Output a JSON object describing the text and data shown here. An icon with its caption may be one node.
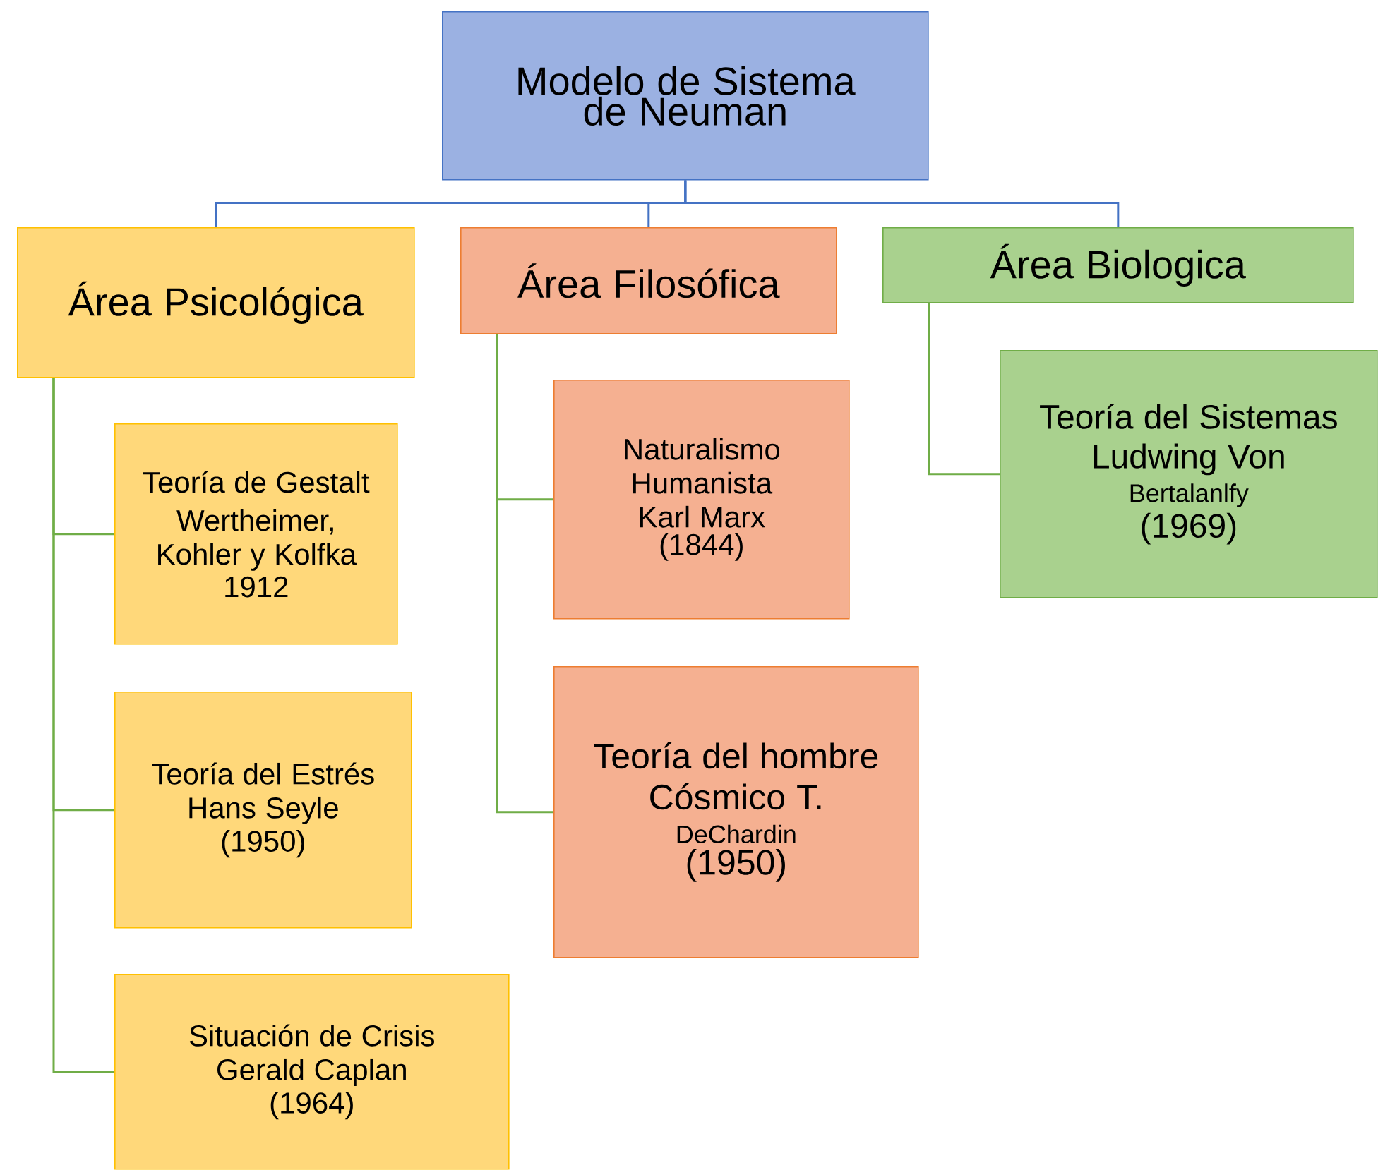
{
  "diagram": {
    "nodes": [
      {
        "text": [
          "Modelo de Sistema de Neuman"
        ]
      },
      {
        "text": [
          "Área Psicológica"
        ]
      },
      {
        "text": [
          "Área Filosófica"
        ]
      },
      {
        "text": [
          "Área Biologica"
        ]
      },
      {
        "text": [
          "Teoría de Gestalt",
          "Wertheimer, Kohler y Kolfka",
          "1912"
        ]
      },
      {
        "text": [
          "Teoría del Estrés Hans Seyle",
          "(1950)"
        ]
      },
      {
        "text": [
          "Situación de Crisis Gerald Caplan",
          "(1964)"
        ]
      },
      {
        "text": [
          "Naturalismo Humanista Karl Marx",
          "(1844)"
        ]
      },
      {
        "text": [
          "Teoría del hombre Cósmico T.",
          "DeChardin",
          "(1950)"
        ]
      },
      {
        "text": [
          "Teoría del Sistemas Ludwing Von",
          "Bertalanlfy",
          "(1969)"
        ]
      }
    ],
    "edges": [
      {
        "from": 0,
        "to": 1,
        "arrow": "none",
        "color": "#4472c4"
      },
      {
        "from": 0,
        "to": 2,
        "arrow": "none",
        "color": "#4472c4"
      },
      {
        "from": 0,
        "to": 3,
        "arrow": "none",
        "color": "#4472c4"
      },
      {
        "from": 1,
        "to": 4,
        "arrow": "none"
      },
      {
        "from": 1,
        "to": 5,
        "arrow": "none"
      },
      {
        "from": 1,
        "to": 6,
        "arrow": "none"
      },
      {
        "from": 2,
        "to": 7,
        "arrow": "none"
      },
      {
        "from": 2,
        "to": 8,
        "arrow": "none"
      },
      {
        "from": 3,
        "to": 9,
        "arrow": "none"
      }
    ]
  }
}
